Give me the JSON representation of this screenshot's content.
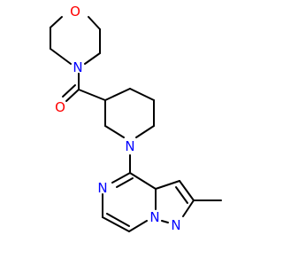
{
  "molecule": {
    "atoms": {
      "O_morpholine": {
        "symbol": "O",
        "color": "#ff0000"
      },
      "N_morpholine": {
        "symbol": "N",
        "color": "#0000ff"
      },
      "O_carbonyl": {
        "symbol": "O",
        "color": "#ff0000"
      },
      "N_piperidine": {
        "symbol": "N",
        "color": "#0000ff"
      },
      "N_pyrazine": {
        "symbol": "N",
        "color": "#0000ff"
      },
      "N_bridgehead": {
        "symbol": "N",
        "color": "#0000ff"
      },
      "N_pyrazole": {
        "symbol": "N",
        "color": "#0000ff"
      }
    },
    "bond_color": "#000000"
  }
}
